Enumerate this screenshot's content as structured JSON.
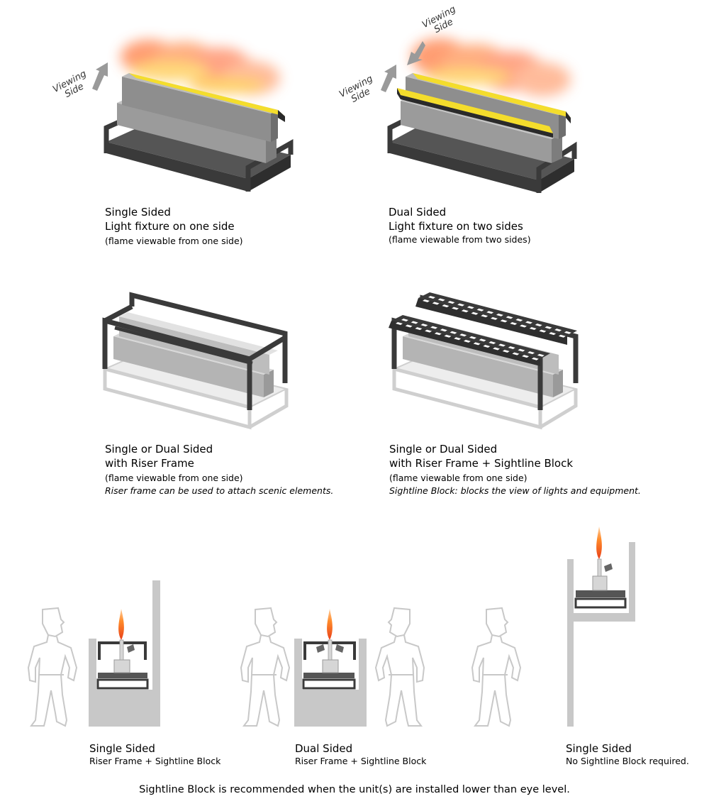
{
  "top_left": {
    "viewing_label": {
      "line1": "Viewing",
      "line2": "Side"
    },
    "title": "Single Sided",
    "subtitle": "Light fixture on one side",
    "note": "(flame viewable from one side)"
  },
  "top_right": {
    "viewing_label_a": {
      "line1": "Viewing",
      "line2": "Side"
    },
    "viewing_label_b": {
      "line1": "Viewing",
      "line2": "Side"
    },
    "title": "Dual Sided",
    "subtitle": "Light fixture on two sides",
    "note": "(flame viewable from two sides)"
  },
  "mid_left": {
    "title": "Single or Dual Sided",
    "subtitle": "with Riser Frame",
    "note": "(flame viewable from one side)",
    "italic_note": "Riser frame can be used to attach scenic elements."
  },
  "mid_right": {
    "title": "Single or Dual Sided",
    "subtitle": "with Riser Frame + Sightline Block",
    "note": "(flame viewable from one side)",
    "italic_note": "Sightline Block: blocks the view of lights and equipment."
  },
  "bottom": {
    "left": {
      "title": "Single Sided",
      "subtitle": "Riser Frame + Sightline Block"
    },
    "center": {
      "title": "Dual Sided",
      "subtitle": "Riser Frame + Sightline Block"
    },
    "right": {
      "title": "Single Sided",
      "subtitle": "No Sightline Block required."
    },
    "footer": "Sightline Block is recommended when the unit(s) are installed lower than eye level."
  },
  "colors": {
    "frame": "#3a3a3a",
    "block": "#9a9a9a",
    "light_fixture": "#f4dd2c",
    "wall": "#c8c8c8",
    "flame": "#ff7a2a"
  }
}
